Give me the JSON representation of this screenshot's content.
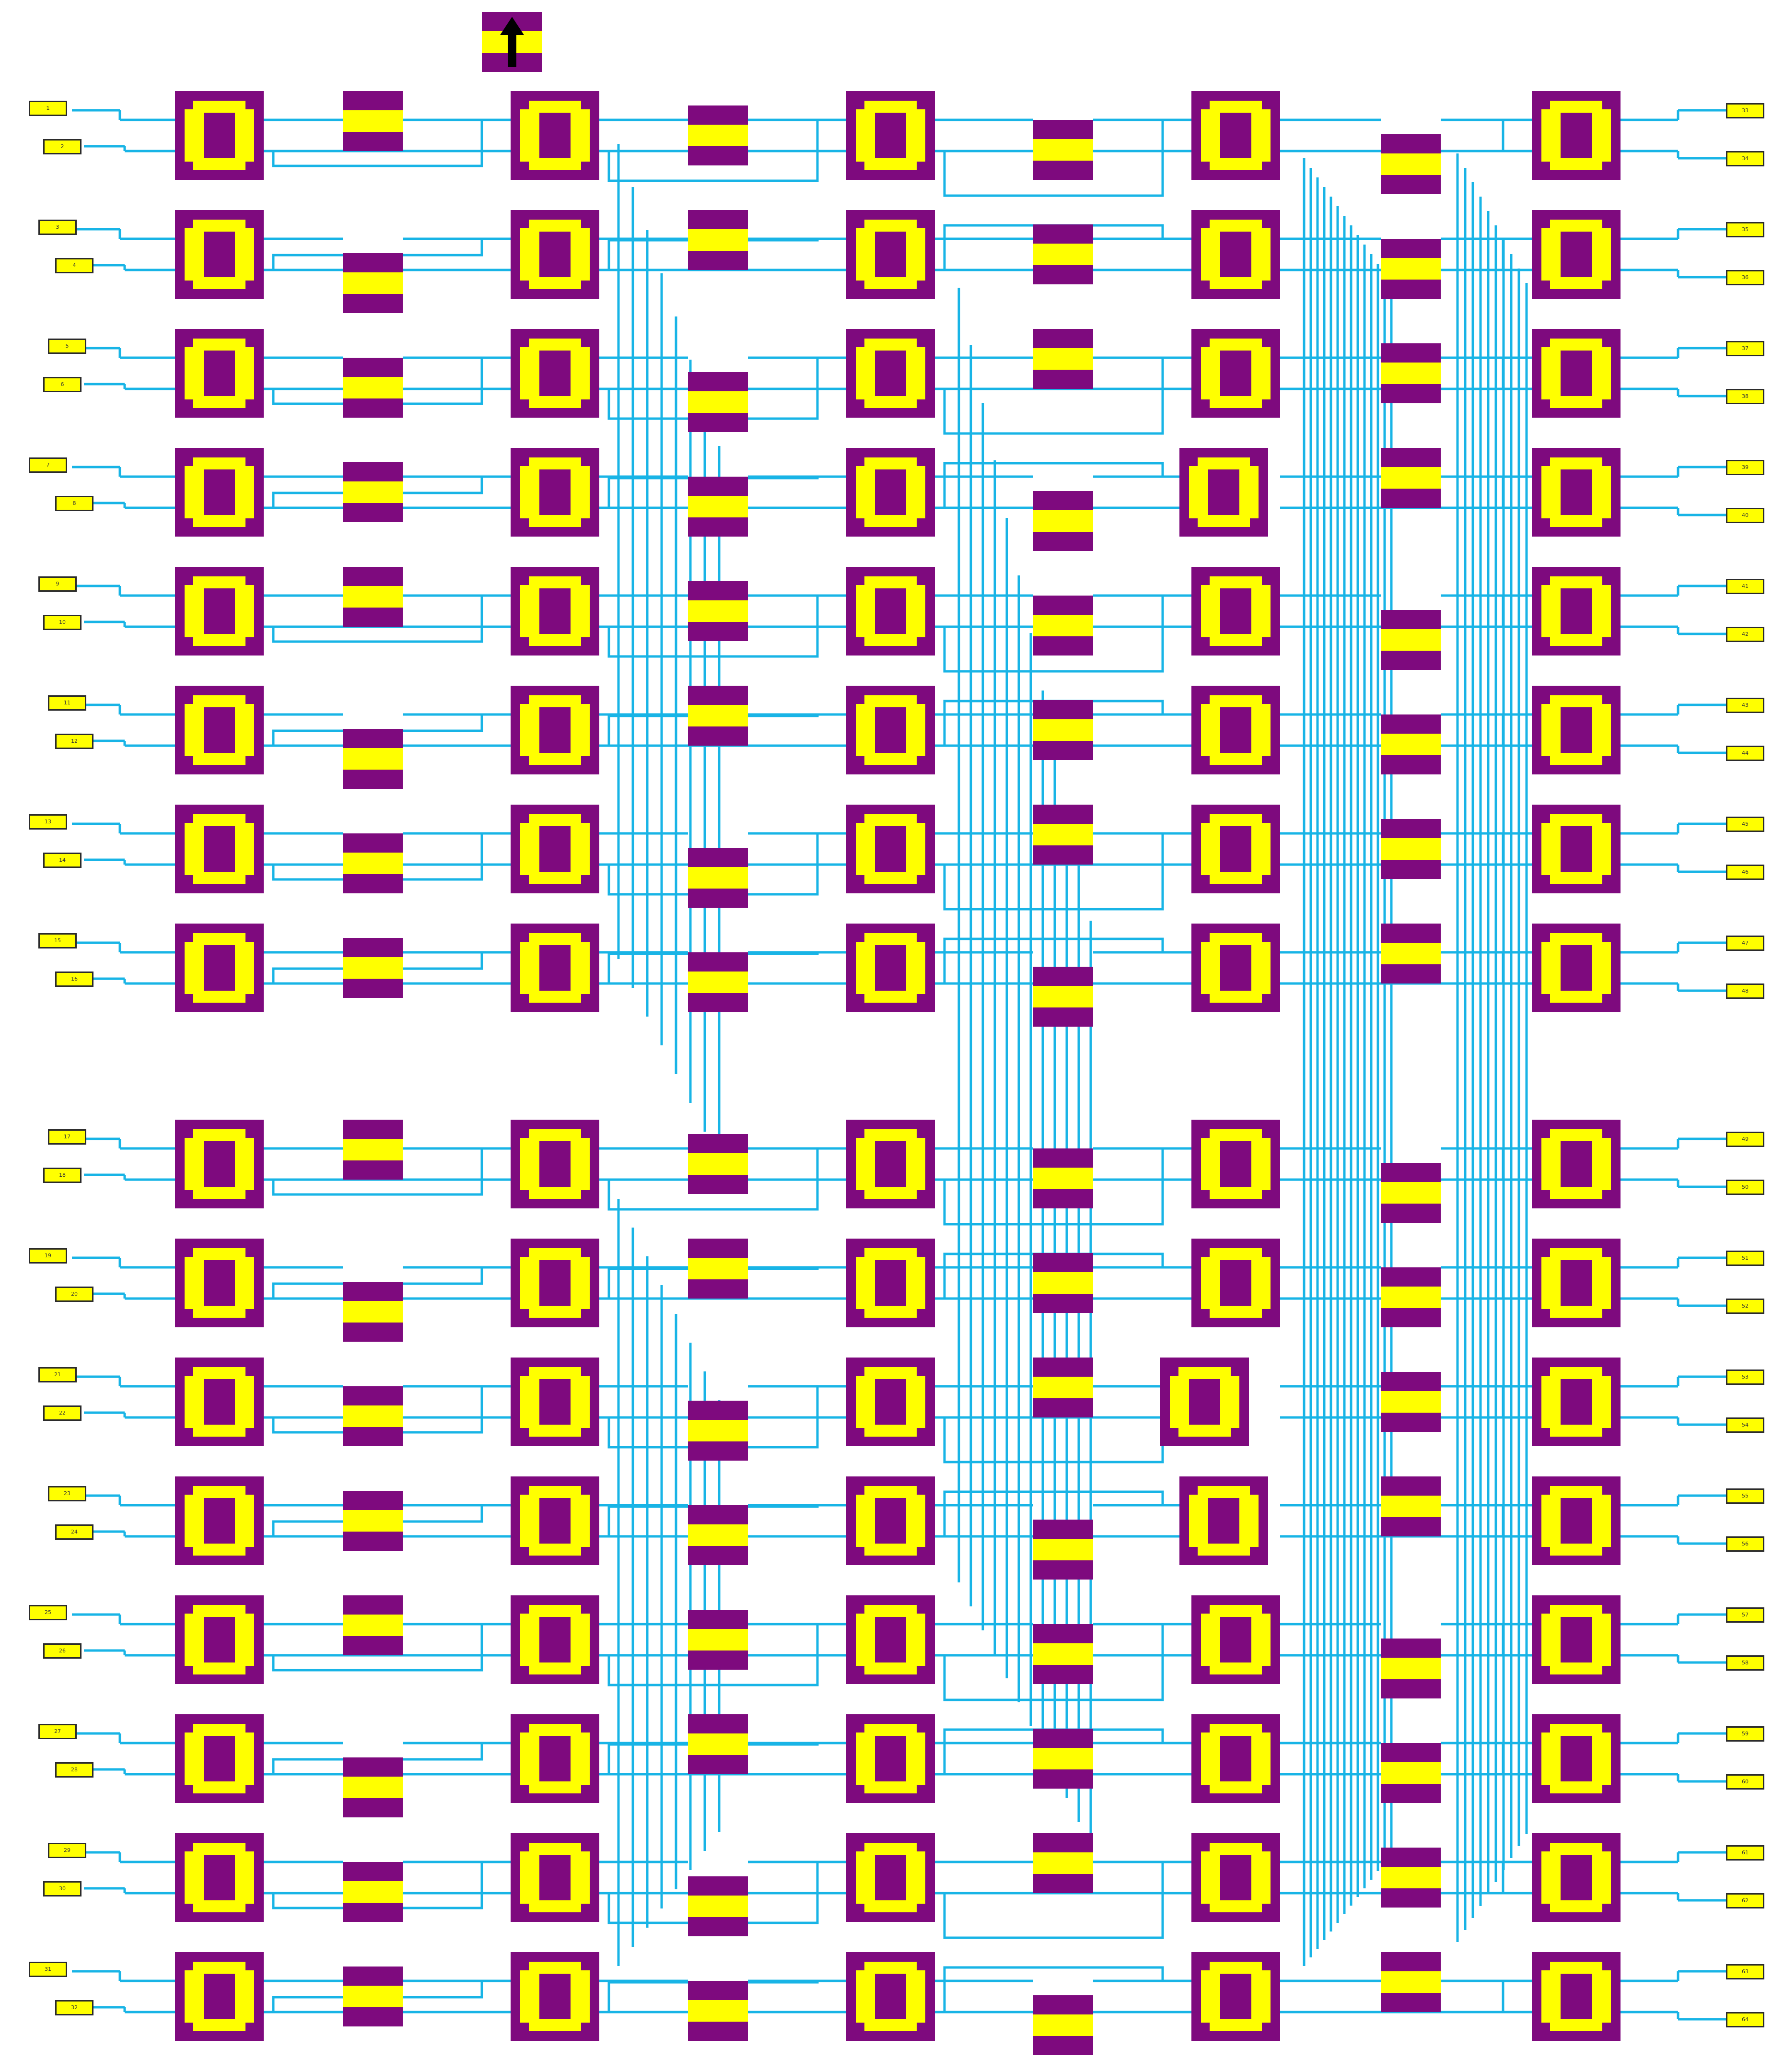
{
  "colors": {
    "block_fill": "#7e0a7e",
    "block_accent": "#ffff00",
    "wire": "#18b4e6",
    "tag_border": "#2b2b2b"
  },
  "top_icon": "up-arrow-icon",
  "input_labels": [
    "1",
    "2",
    "3",
    "4",
    "5",
    "6",
    "7",
    "8",
    "9",
    "10",
    "11",
    "12",
    "13",
    "14",
    "15",
    "16",
    "17",
    "18",
    "19",
    "20",
    "21",
    "22",
    "23",
    "24",
    "25",
    "26",
    "27",
    "28",
    "29",
    "30",
    "31",
    "32"
  ],
  "output_labels": [
    "33",
    "34",
    "35",
    "36",
    "37",
    "38",
    "39",
    "40",
    "41",
    "42",
    "43",
    "44",
    "45",
    "46",
    "47",
    "48",
    "49",
    "50",
    "51",
    "52",
    "53",
    "54",
    "55",
    "56",
    "57",
    "58",
    "59",
    "60",
    "61",
    "62",
    "63",
    "64"
  ]
}
